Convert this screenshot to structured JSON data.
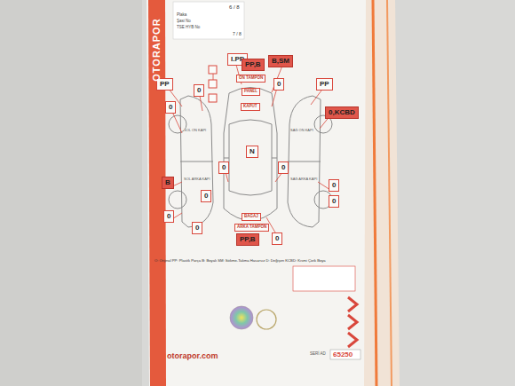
{
  "diagram": {
    "nodes": [
      {
        "text": [
          "I.PP"
        ]
      },
      {
        "text": [
          "PP,B"
        ]
      },
      {
        "text": [
          "B,SM"
        ]
      },
      {
        "text": [
          "PP"
        ]
      },
      {
        "text": [
          "0"
        ]
      },
      {
        "text": [
          "0"
        ]
      },
      {
        "text": [
          "PP"
        ]
      },
      {
        "text": [
          "0,KCBD"
        ]
      },
      {
        "text": [
          "0"
        ]
      },
      {
        "text": [
          "ÖN TAMPON"
        ]
      },
      {
        "text": [
          "PANEL"
        ]
      },
      {
        "text": [
          "KAPUT"
        ]
      },
      {
        "text": [
          "N"
        ]
      },
      {
        "text": [
          "0"
        ]
      },
      {
        "text": [
          "0"
        ]
      },
      {
        "text": [
          "B"
        ]
      },
      {
        "text": [
          "0"
        ]
      },
      {
        "text": [
          "0"
        ]
      },
      {
        "text": [
          "0"
        ]
      },
      {
        "text": [
          "0"
        ]
      },
      {
        "text": [
          "0"
        ]
      },
      {
        "text": [
          "BAGAJ"
        ]
      },
      {
        "text": [
          "ARKA TAMPON"
        ]
      },
      {
        "text": [
          "PP,B"
        ]
      },
      {
        "text": [
          "0"
        ]
      }
    ],
    "labels": [
      "6 / 8",
      "Plaka",
      "Şasi No",
      "TSE HYB No",
      "7 / 8",
      "SOL ÖN KAPI",
      "SOL ARKA KAPI",
      "SAĞ ÖN KAPI",
      "SAĞ ARKA KAPI",
      "O: Orijinal PP: Plastik Parça B: Boyalı SM: Sökme-Takma Hasarsız D: Değişen KCBD: Kısmi Çizik Boya",
      "OTORAPOR",
      "otorapor.com",
      "SERİ AD",
      "65250"
    ]
  }
}
